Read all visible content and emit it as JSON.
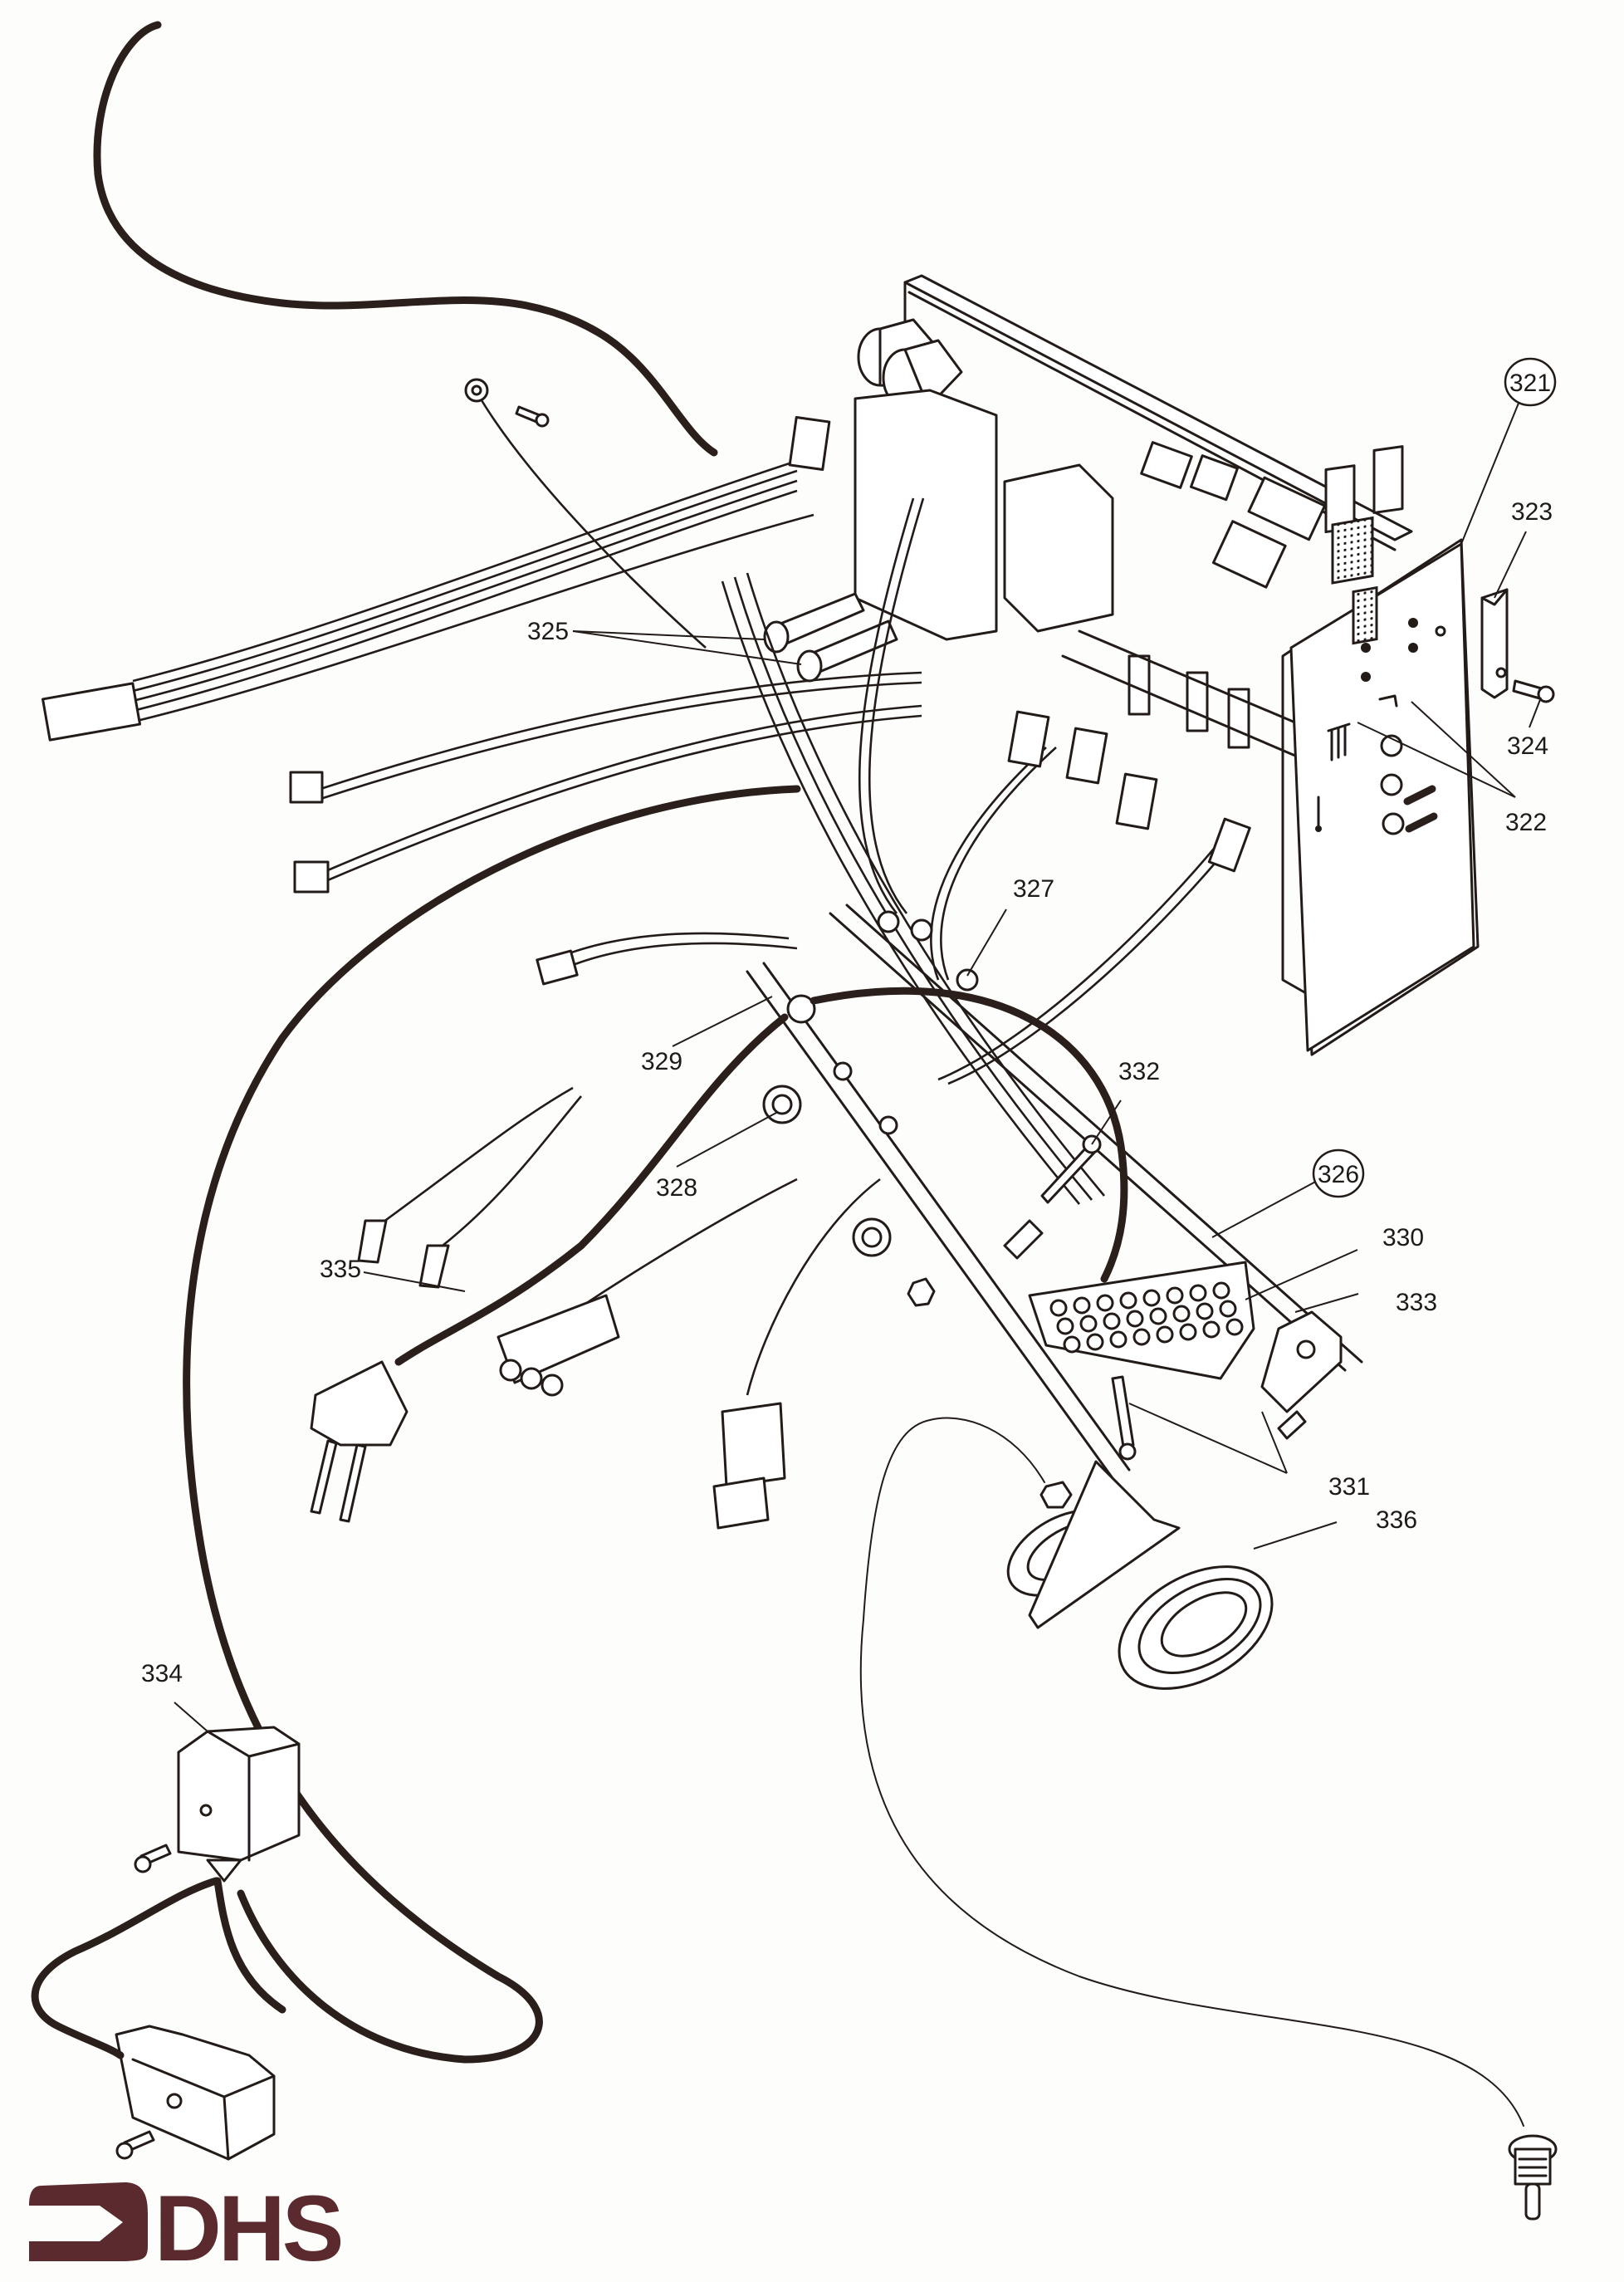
{
  "diagram": {
    "type": "exploded parts diagram - wiring harness and control panel",
    "logo": {
      "text": "DHS",
      "color": "#5a2a2e",
      "icon": "arrow-bracket-icon"
    },
    "line_color": "#221b18",
    "callouts": [
      {
        "id": "321",
        "label": "321",
        "circled": true,
        "part": "housing-control-panel"
      },
      {
        "id": "322",
        "label": "322",
        "circled": false,
        "part": "rocker-switches"
      },
      {
        "id": "323",
        "label": "323",
        "circled": false,
        "part": "panel-bracket"
      },
      {
        "id": "324",
        "label": "324",
        "circled": false,
        "part": "bracket-screw"
      },
      {
        "id": "325",
        "label": "325",
        "circled": false,
        "part": "fuses"
      },
      {
        "id": "326",
        "label": "326",
        "circled": true,
        "part": "mounting-rail"
      },
      {
        "id": "327",
        "label": "327",
        "circled": false,
        "part": "wire-grommets"
      },
      {
        "id": "328",
        "label": "328",
        "circled": false,
        "part": "grommet"
      },
      {
        "id": "329",
        "label": "329",
        "circled": false,
        "part": "cable-bushing"
      },
      {
        "id": "330",
        "label": "330",
        "circled": false,
        "part": "terminal-block"
      },
      {
        "id": "331",
        "label": "331",
        "circled": false,
        "part": "screws"
      },
      {
        "id": "332",
        "label": "332",
        "circled": false,
        "part": "strain-relief-screw"
      },
      {
        "id": "333",
        "label": "333",
        "circled": false,
        "part": "terminal-bracket"
      },
      {
        "id": "334",
        "label": "334",
        "circled": false,
        "part": "mains-cable-plug"
      },
      {
        "id": "335",
        "label": "335",
        "circled": false,
        "part": "sensor-housing"
      },
      {
        "id": "336",
        "label": "336",
        "circled": false,
        "part": "thermostat-dial"
      }
    ]
  }
}
